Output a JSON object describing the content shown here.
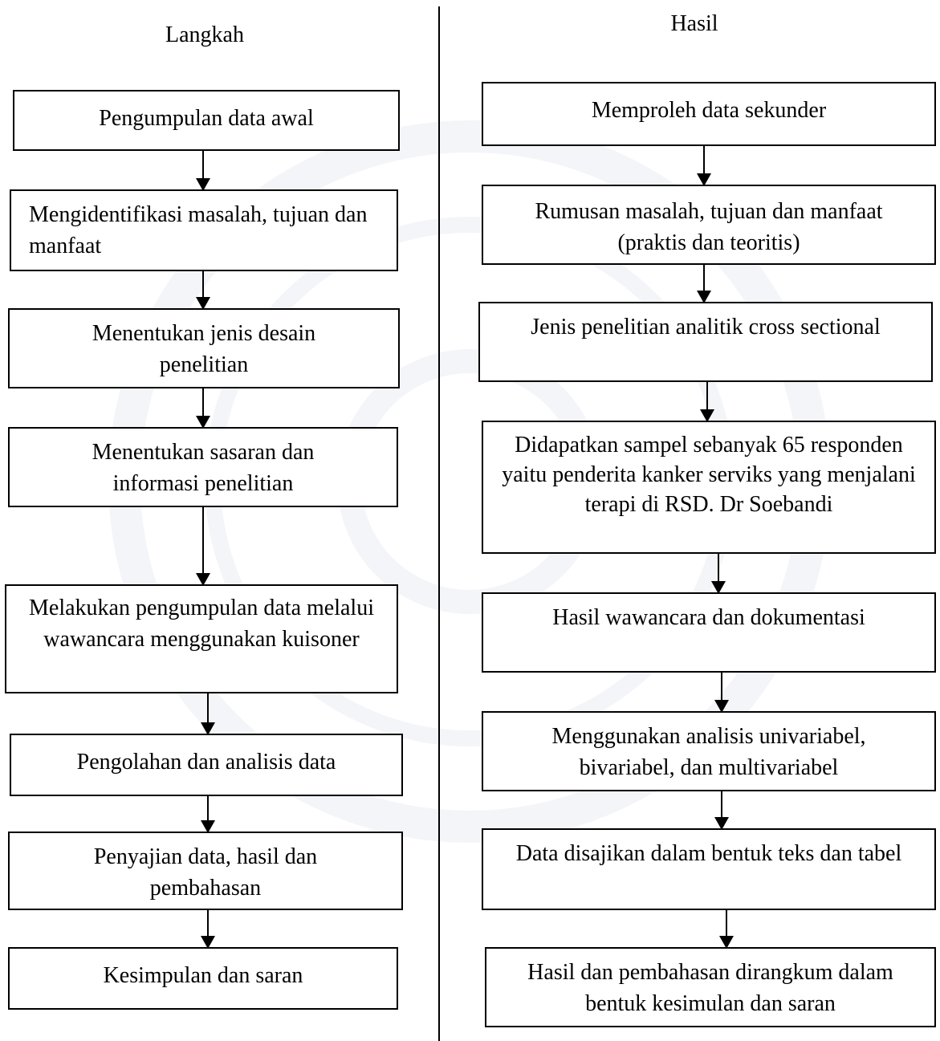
{
  "headings": {
    "left": "Langkah",
    "right": "Hasil"
  },
  "langkah": [
    "Pengumpulan data awal",
    "Mengidentifikasi masalah, tujuan dan manfaat",
    "Menentukan jenis desain penelitian",
    "Menentukan sasaran dan informasi penelitian",
    "Melakukan pengumpulan data melalui wawancara menggunakan kuisoner",
    "Pengolahan dan analisis data",
    "Penyajian data, hasil dan pembahasan",
    "Kesimpulan dan saran"
  ],
  "hasil": [
    "Memproleh data sekunder",
    "Rumusan masalah, tujuan dan manfaat (praktis dan teoritis)",
    "Jenis penelitian analitik cross sectional",
    "Didapatkan sampel sebanyak 65 responden yaitu penderita kanker serviks yang menjalani terapi di RSD. Dr Soebandi",
    "Hasil wawancara dan dokumentasi",
    "Menggunakan analisis univariabel, bivariabel, dan multivariabel",
    "Data disajikan dalam bentuk teks dan tabel",
    "Hasil dan pembahasan dirangkum dalam bentuk kesimulan dan saran"
  ]
}
